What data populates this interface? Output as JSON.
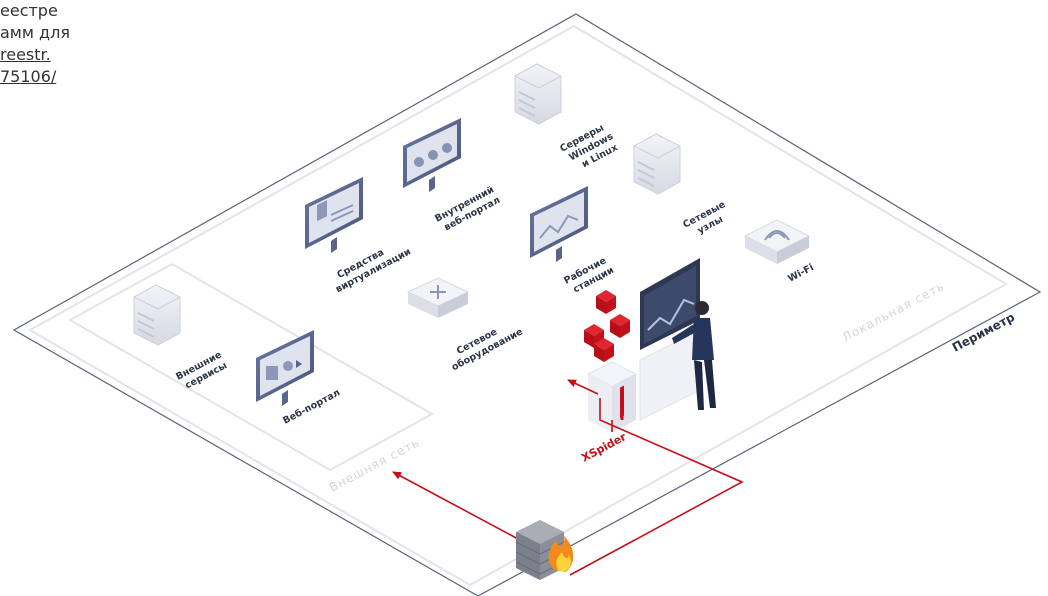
{
  "top_note": {
    "line1": "еестре",
    "line2": "амм для",
    "line3": "reestr.",
    "line4": "75106/"
  },
  "zones": {
    "perimeter": "Периметр",
    "local_network": "Локальная сеть",
    "external_network": "Внешняя сеть"
  },
  "nodes": {
    "servers_l1": "Серверы",
    "servers_l2": "Windows",
    "servers_l3": "и Linux",
    "internal_portal_l1": "Внутренний",
    "internal_portal_l2": "веб-портал",
    "virtualization_l1": "Средства",
    "virtualization_l2": "виртуализации",
    "network_nodes_l1": "Сетевые",
    "network_nodes_l2": "узлы",
    "workstations_l1": "Рабочие",
    "workstations_l2": "станции",
    "wifi": "Wi-Fi",
    "network_equipment_l1": "Сетевое",
    "network_equipment_l2": "оборудование",
    "external_services_l1": "Внешние",
    "external_services_l2": "сервисы",
    "web_portal": "Веб-портал",
    "xspider": "XSpider"
  },
  "colors": {
    "accent": "#c3101a",
    "icon_fill": "#e6e8ef",
    "monitor_frame": "#59648a",
    "zone_line": "#e2e4ea",
    "perimeter_line": "#5a6278"
  },
  "icons": [
    "server-icon",
    "monitor-icon",
    "router-icon",
    "wifi-router-icon",
    "firewall-icon",
    "xspider-tower-icon",
    "person-icon"
  ]
}
